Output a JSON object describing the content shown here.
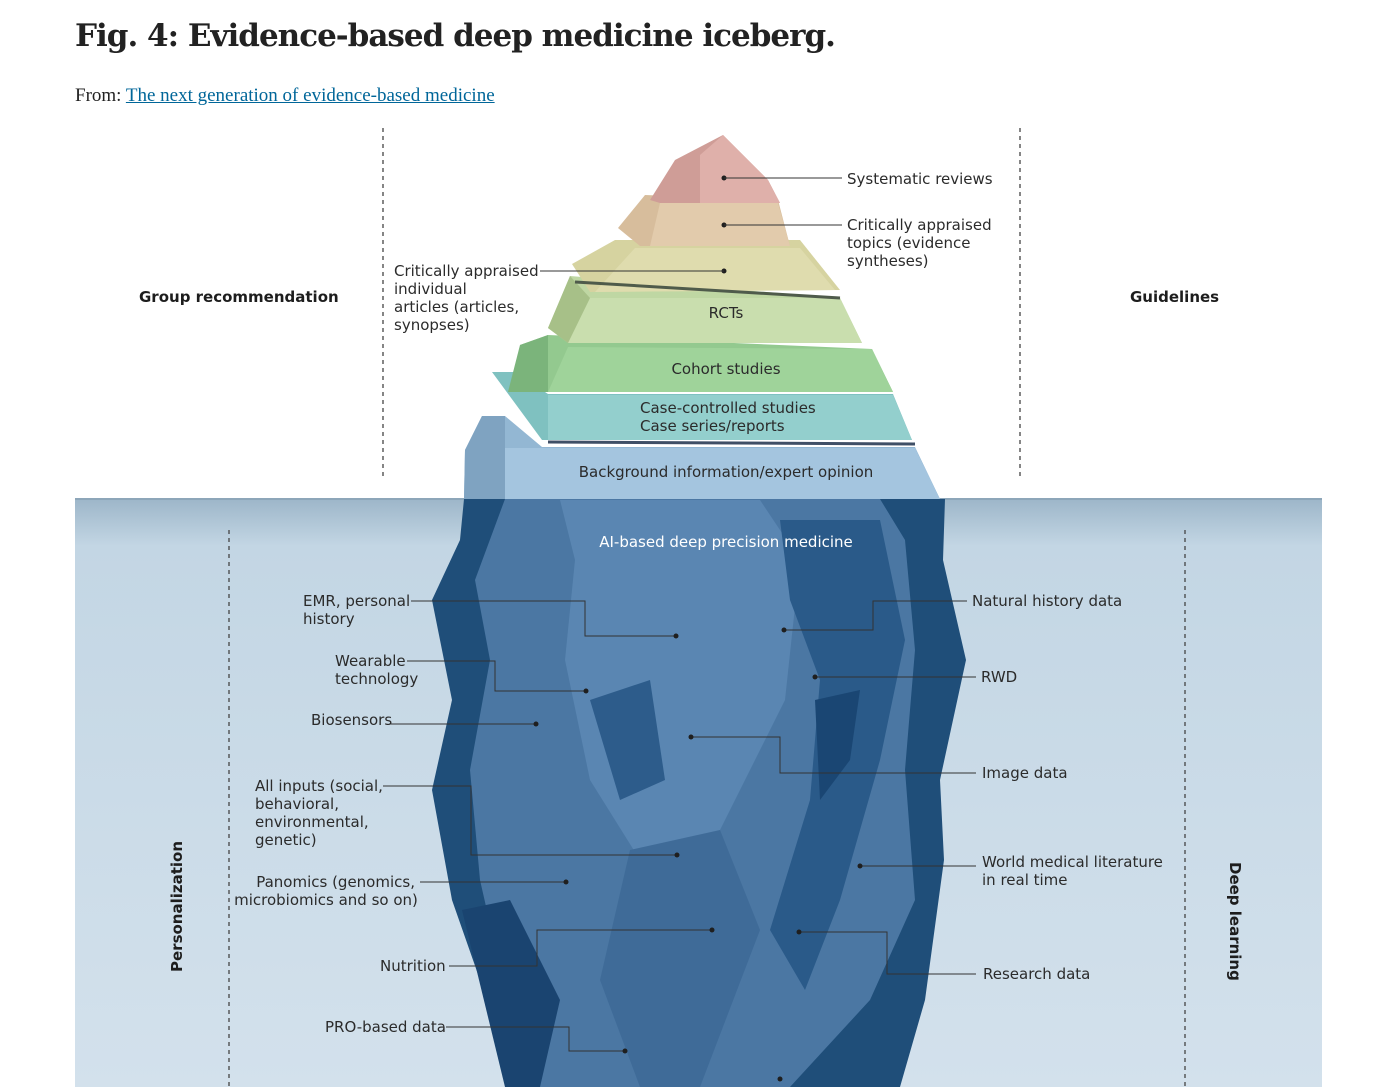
{
  "header": {
    "title": "Fig. 4: Evidence-based deep medicine iceberg.",
    "from_label": "From:",
    "from_link": "The next generation of evidence-based medicine"
  },
  "side_labels": {
    "top_left": "Group recommendation",
    "top_right": "Guidelines",
    "bottom_left": "Personalization",
    "bottom_right": "Deep learning"
  },
  "tip_layers": {
    "systematic_reviews": "Systematic reviews",
    "critically_appraised_topics": [
      "Critically appraised",
      "topics (evidence",
      "syntheses)"
    ],
    "critically_appraised_articles": [
      "Critically appraised",
      "individual",
      "articles (articles,",
      "synopses)"
    ],
    "rcts": "RCTs",
    "cohort": "Cohort studies",
    "case_controlled": "Case-controlled studies",
    "case_series": "Case series/reports",
    "background": "Background information/expert opinion"
  },
  "underwater": {
    "heading": "AI-based deep precision medicine",
    "left": {
      "emr": [
        "EMR, personal",
        "history"
      ],
      "wearable": [
        "Wearable",
        "technology"
      ],
      "biosensors": "Biosensors",
      "all_inputs": [
        "All inputs (social,",
        "behavioral,",
        "environmental,",
        "genetic)"
      ],
      "panomics": [
        "Panomics (genomics,",
        "microbiomics and so on)"
      ],
      "nutrition": "Nutrition",
      "pro": "PRO-based data"
    },
    "right": {
      "natural_history": "Natural history data",
      "rwd": "RWD",
      "image": "Image data",
      "literature": [
        "World medical literature",
        "in real time"
      ],
      "research": "Research data"
    }
  },
  "colors": {
    "link": "#006699",
    "water": "#c9dbe8",
    "iceberg_dark": "#1f4e79",
    "iceberg_mid": "#4f7aa6",
    "tip_pink": "#d9a6a0",
    "tip_tan": "#dcc6a6",
    "tip_khaki": "#d8d5a6",
    "tip_lightgreen": "#bcd5a2",
    "tip_green": "#95c98f",
    "tip_teal": "#8fcac6",
    "tip_blue": "#9fc3dc"
  }
}
